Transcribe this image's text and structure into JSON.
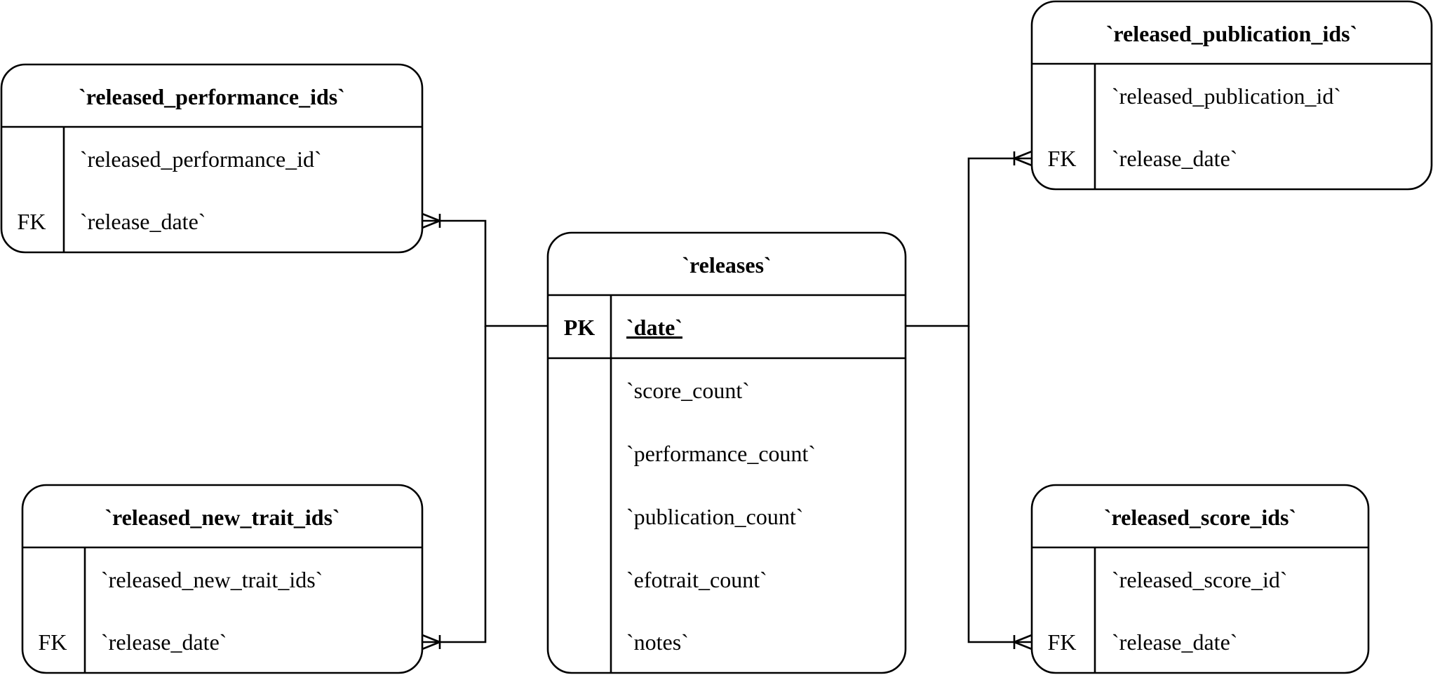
{
  "diagram": {
    "tables": {
      "perf": {
        "title": "`released_performance_ids`",
        "rows": [
          {
            "key": "",
            "name": "`released_performance_id`"
          },
          {
            "key": "FK",
            "name": "`release_date`"
          }
        ]
      },
      "trait": {
        "title": "`released_new_trait_ids`",
        "rows": [
          {
            "key": "",
            "name": "`released_new_trait_ids`"
          },
          {
            "key": "FK",
            "name": "`release_date`"
          }
        ]
      },
      "releases": {
        "title": "`releases`",
        "pk": {
          "key": "PK",
          "name": "`date`"
        },
        "rows": [
          {
            "key": "",
            "name": "`score_count`"
          },
          {
            "key": "",
            "name": "`performance_count`"
          },
          {
            "key": "",
            "name": "`publication_count`"
          },
          {
            "key": "",
            "name": "`efotrait_count`"
          },
          {
            "key": "",
            "name": "`notes`"
          }
        ]
      },
      "pub": {
        "title": "`released_publication_ids`",
        "rows": [
          {
            "key": "",
            "name": "`released_publication_id`"
          },
          {
            "key": "FK",
            "name": "`release_date`"
          }
        ]
      },
      "score": {
        "title": "`released_score_ids`",
        "rows": [
          {
            "key": "",
            "name": "`released_score_id`"
          },
          {
            "key": "FK",
            "name": "`release_date`"
          }
        ]
      }
    },
    "relationships": [
      {
        "from": "releases",
        "to": "perf",
        "notation": "one-to-many"
      },
      {
        "from": "releases",
        "to": "trait",
        "notation": "one-to-many"
      },
      {
        "from": "releases",
        "to": "pub",
        "notation": "one-to-many"
      },
      {
        "from": "releases",
        "to": "score",
        "notation": "one-to-many"
      }
    ]
  }
}
